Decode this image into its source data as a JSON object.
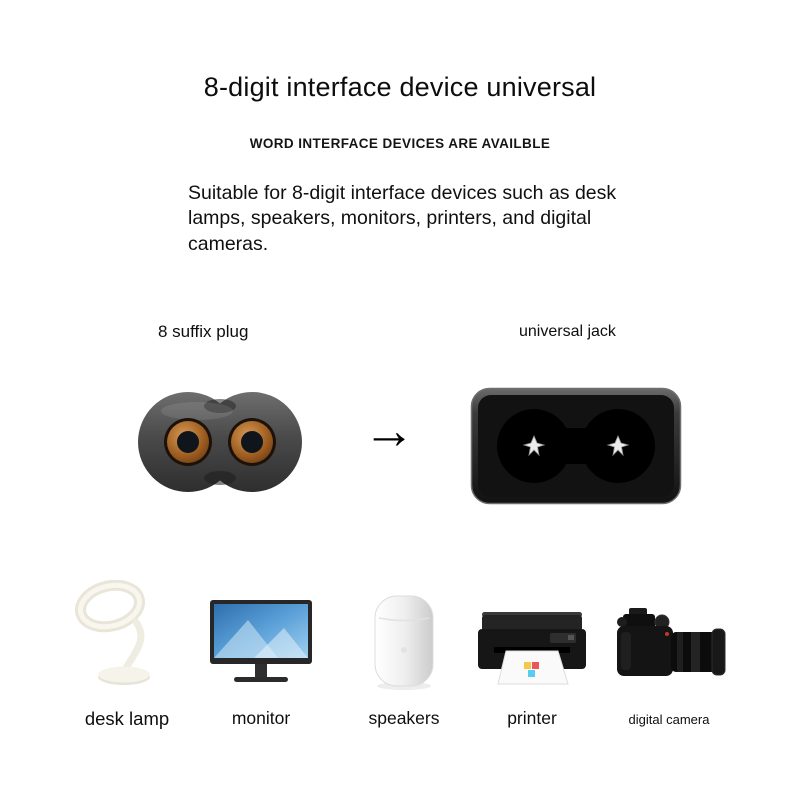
{
  "page": {
    "title": "8-digit interface device universal",
    "subtitle": "WORD INTERFACE DEVICES ARE AVAILBLE",
    "description": "Suitable for 8-digit interface devices such as desk lamps, speakers, monitors, printers, and digital cameras."
  },
  "comparison": {
    "plug_label": "8 suffix plug",
    "jack_label": "universal jack",
    "arrow_glyph": "→"
  },
  "products": [
    {
      "name": "desk-lamp",
      "label": "desk lamp"
    },
    {
      "name": "monitor",
      "label": "monitor"
    },
    {
      "name": "speakers",
      "label": "speakers"
    },
    {
      "name": "printer",
      "label": "printer"
    },
    {
      "name": "digital-camera",
      "label": "digital camera"
    }
  ],
  "colors": {
    "plug_body": "#4a4a4a",
    "plug_contact_copper": "#a05f22",
    "jack_frame": "#3a3a3a",
    "jack_hole": "#000000",
    "contact_metal": "#ececec",
    "screen_blue": "#5ba0d8"
  }
}
